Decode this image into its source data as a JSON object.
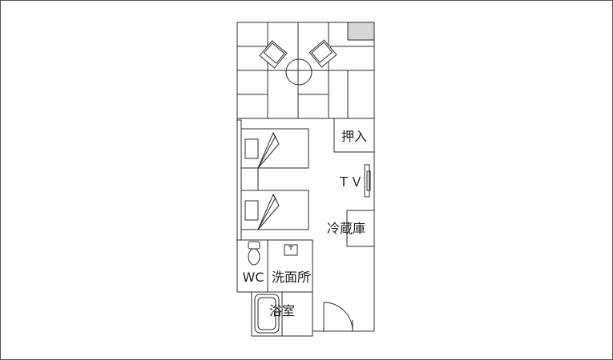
{
  "labels": {
    "closet": "押入",
    "tv": "ＴＶ",
    "fridge": "冷蔵庫",
    "wc": "WC",
    "washroom": "洗面所",
    "bath": "浴室"
  },
  "colors": {
    "line": "#2b2b2b",
    "frame": "#555555",
    "tokonoma": "#d6d6d6",
    "background": "#ffffff"
  }
}
